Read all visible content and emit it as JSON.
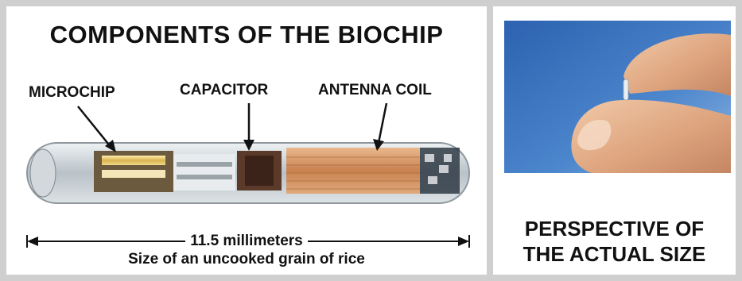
{
  "diagram": {
    "title": "COMPONENTS OF THE BIOCHIP",
    "labels": {
      "microchip": "MICROCHIP",
      "capacitor": "CAPACITOR",
      "antenna_coil": "ANTENNA COIL"
    },
    "measurement": "11.5 millimeters",
    "size_caption": "Size of an uncooked grain of rice"
  },
  "photo_panel": {
    "caption_line1": "PERSPECTIVE OF",
    "caption_line2": "THE ACTUAL SIZE"
  },
  "colors": {
    "frame": "#cfcfcf",
    "text": "#111111",
    "photo_background": "#2c62b0",
    "copper": "#c98250"
  }
}
